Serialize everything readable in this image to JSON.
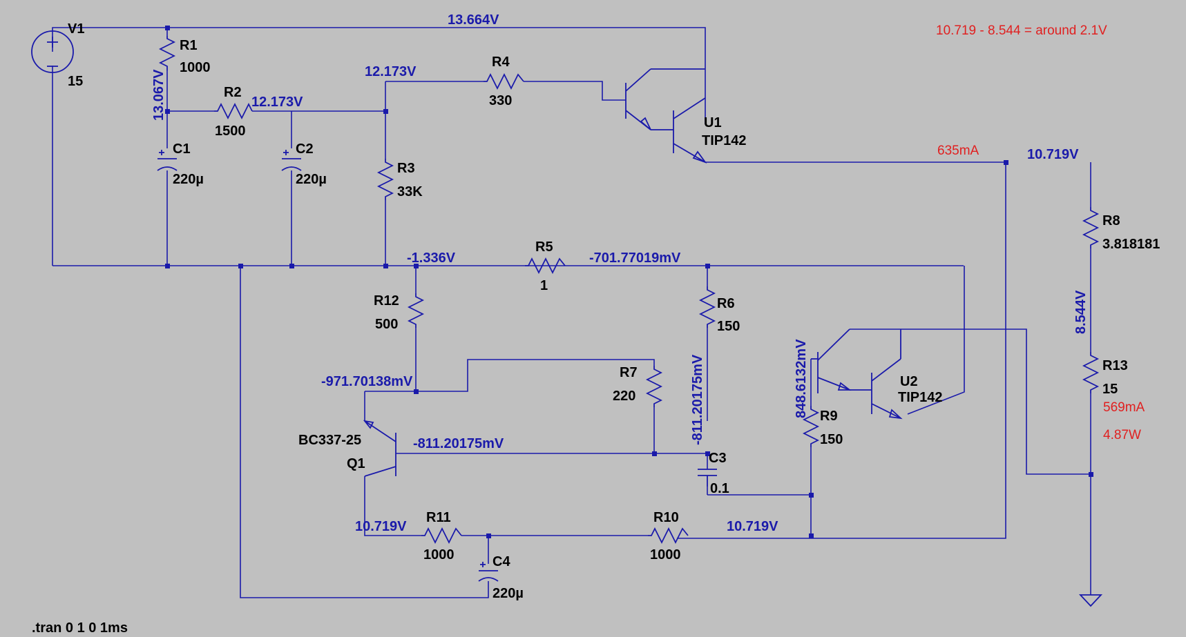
{
  "colors": {
    "background": "#c0c0c0",
    "wire": "#1a1aaa",
    "node_voltage": "#1a1aaa",
    "component_text": "#000000",
    "annotation": "#e02020"
  },
  "components": [
    {
      "ref": "V1",
      "value": "15"
    },
    {
      "ref": "R1",
      "value": "1000"
    },
    {
      "ref": "R2",
      "value": "1500"
    },
    {
      "ref": "C1",
      "value": "220µ"
    },
    {
      "ref": "C2",
      "value": "220µ"
    },
    {
      "ref": "R3",
      "value": "33K"
    },
    {
      "ref": "R4",
      "value": "330"
    },
    {
      "ref": "U1",
      "value": "TIP142"
    },
    {
      "ref": "R8",
      "value": "3.818181"
    },
    {
      "ref": "R13",
      "value": "15"
    },
    {
      "ref": "R5",
      "value": "1"
    },
    {
      "ref": "R12",
      "value": "500"
    },
    {
      "ref": "R6",
      "value": "150"
    },
    {
      "ref": "R7",
      "value": "220"
    },
    {
      "ref": "Q1",
      "value": "BC337-25"
    },
    {
      "ref": "C3",
      "value": "0.1"
    },
    {
      "ref": "R9",
      "value": "150"
    },
    {
      "ref": "U2",
      "value": "TIP142"
    },
    {
      "ref": "R11",
      "value": "1000"
    },
    {
      "ref": "R10",
      "value": "1000"
    },
    {
      "ref": "C4",
      "value": "220µ"
    }
  ],
  "node_voltages": [
    "13.664V",
    "13.067V",
    "12.173V",
    "12.173V",
    "10.719V",
    "-1.336V",
    "-701.77019mV",
    "-971.70138mV",
    "-811.20175mV",
    "-811.20175mV",
    "848.6132mV",
    "8.544V",
    "10.719V",
    "10.719V"
  ],
  "annotations": [
    "10.719 - 8.544 = around 2.1V",
    "635mA",
    "569mA",
    "4.87W"
  ],
  "directive": ".tran 0 1 0 1ms"
}
